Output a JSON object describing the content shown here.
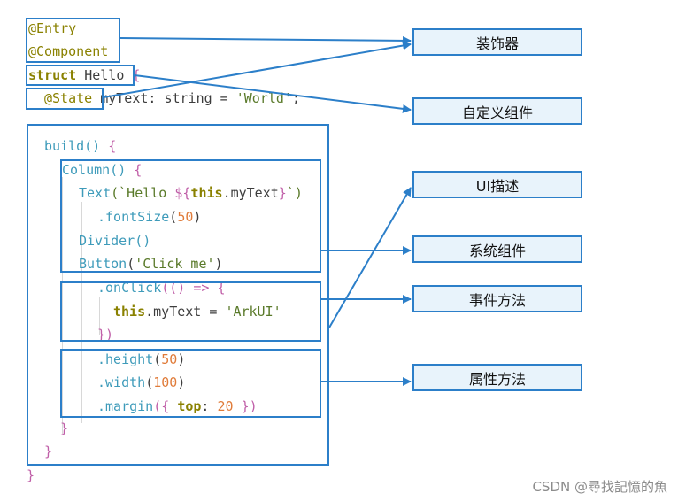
{
  "code": {
    "entry": "@Entry",
    "component": "@Component",
    "struct_kw": "struct",
    "struct_name": "Hello",
    "brace_open": "{",
    "state_deco": "@State",
    "state_decl": "myText: string = ",
    "state_value": "'World'",
    "state_end": ";",
    "build": "build()",
    "column": "Column()",
    "text_call": "Text(`Hello ${this.myText}`)",
    "text_fn": "Text",
    "text_open": "(`Hello ",
    "text_interp_open": "${",
    "text_this": "this",
    "text_prop": ".myText",
    "text_interp_close": "}",
    "text_close": "`)",
    "fontsize_fn": ".fontSize",
    "fontsize_val": "50",
    "divider": "Divider()",
    "button_fn": "Button",
    "button_arg": "'Click me'",
    "onclick_fn": ".onClick",
    "onclick_arrow": "(() => {",
    "assign_this": "this",
    "assign_prop": ".myText = ",
    "assign_val": "'ArkUI'",
    "onclick_close": "})",
    "height_fn": ".height",
    "height_val": "50",
    "width_fn": ".width",
    "width_val": "100",
    "margin_fn": ".margin",
    "margin_open": "({ ",
    "margin_key": "top",
    "margin_colon": ": ",
    "margin_val": "20",
    "margin_close": " })",
    "close_brace": "}"
  },
  "labels": {
    "decorator": "装饰器",
    "custom_component": "自定义组件",
    "ui_description": "UI描述",
    "system_component": "系统组件",
    "event_method": "事件方法",
    "attribute_method": "属性方法"
  },
  "watermark": "CSDN @尋找記憶的魚",
  "colors": {
    "accent": "#2c7fc9",
    "label_fill": "#e8f3fb"
  }
}
